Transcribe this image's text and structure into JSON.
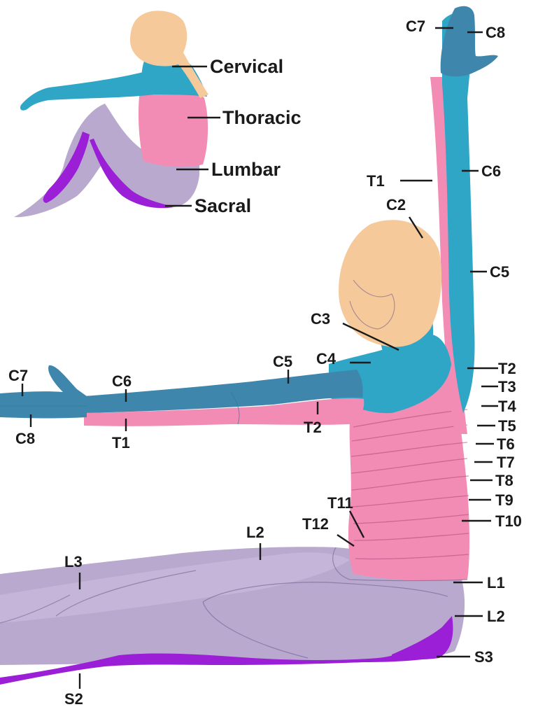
{
  "legend": {
    "cervical": "Cervical",
    "thoracic": "Thoracic",
    "lumbar": "Lumbar",
    "sacral": "Sacral"
  },
  "labels": {
    "c7_hand": "C7",
    "c8_hand": "C8",
    "t1_arm": "T1",
    "c6_arm": "C6",
    "c2": "C2",
    "c5_arm": "C5",
    "c3": "C3",
    "c4": "C4",
    "c5_shoulder": "C5",
    "c7_left": "C7",
    "c6_left": "C6",
    "c8_left": "C8",
    "t1_left": "T1",
    "t2_left": "T2",
    "t2": "T2",
    "t3": "T3",
    "t4": "T4",
    "t5": "T5",
    "t6": "T6",
    "t7": "T7",
    "t8": "T8",
    "t9": "T9",
    "t10": "T10",
    "t11": "T11",
    "t12": "T12",
    "l1": "L1",
    "l2_right": "L2",
    "l2_thigh": "L2",
    "l3": "L3",
    "s3": "S3",
    "s2": "S2"
  },
  "colors": {
    "cervical": "#2fa6c6",
    "cervical_dark": "#3f86ad",
    "thoracic": "#f28cb4",
    "lumbar": "#b9a9cf",
    "sacral": "#9a1fd6",
    "skin": "#f6c99a"
  }
}
